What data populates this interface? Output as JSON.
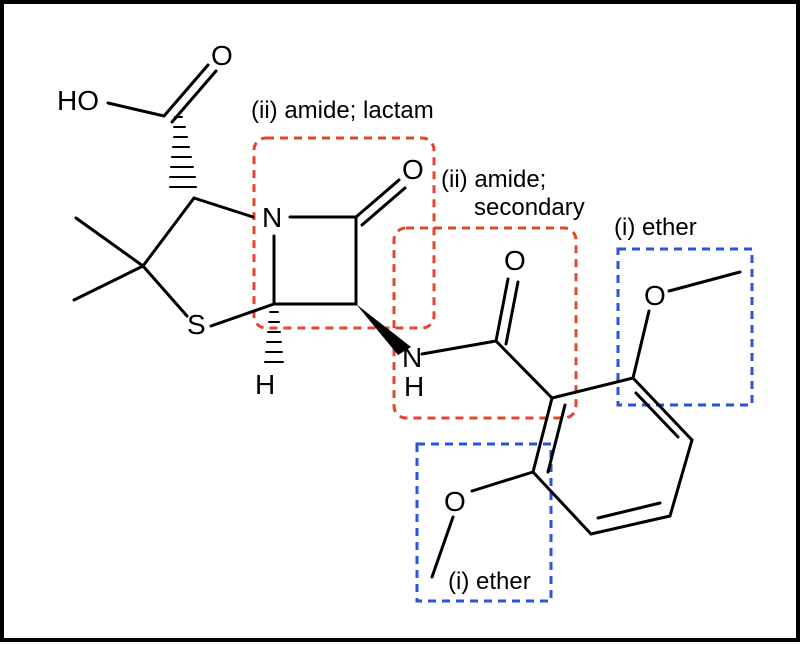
{
  "diagram": {
    "atoms": {
      "hydroxyl": "HO",
      "acid_carbonyl_oxygen": "O",
      "ring_nitrogen": "N",
      "lactam_carbonyl_oxygen": "O",
      "sulfur": "S",
      "hydrogen": "H",
      "amide_nitrogen": "N",
      "amide_hydrogen": "H",
      "amide_carbonyl_oxygen": "O",
      "ether_oxygen_upper": "O",
      "ether_oxygen_lower": "O"
    },
    "annotations": {
      "lactam_label": "(ii) amide; lactam",
      "secondary_amide_label_line1": "(ii) amide;",
      "secondary_amide_label_line2": "secondary",
      "ether_label_upper": "(i) ether",
      "ether_label_lower": "(i) ether"
    },
    "colors": {
      "amide_box": "#e0472f",
      "ether_box": "#2b53d6",
      "bonds": "#000000"
    }
  }
}
